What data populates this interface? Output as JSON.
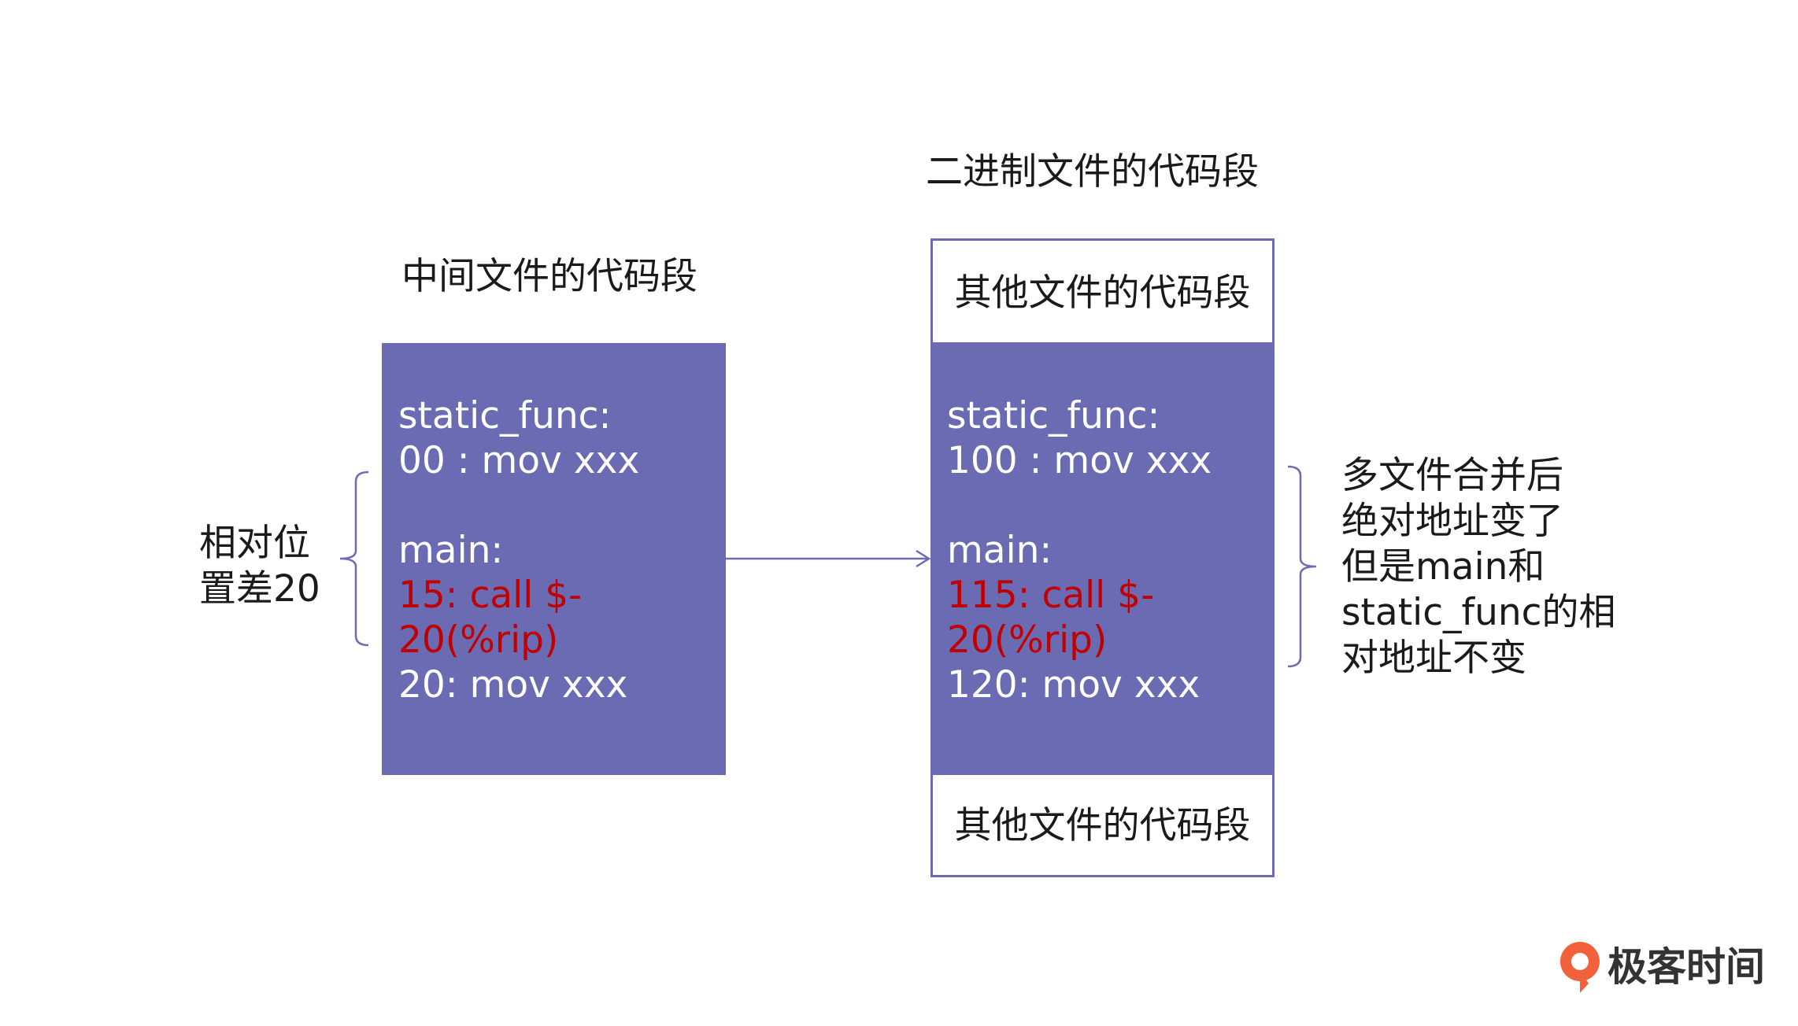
{
  "titles": {
    "binary_code_segment": "二进制文件的代码段",
    "intermediate_code_segment": "中间文件的代码段"
  },
  "left_block": {
    "lines": [
      "static_func:",
      "00 :   mov xxx",
      "",
      "main:",
      "15:    call $-",
      "20(%rip)",
      "20:    mov xxx"
    ],
    "highlight_lines": [
      4,
      5
    ]
  },
  "right_block": {
    "top_label": "其他文件的代码段",
    "bottom_label": "其他文件的代码段",
    "lines": [
      "static_func:",
      "100 :   mov xxx",
      "",
      "main:",
      "115:    call $-",
      "20(%rip)",
      "120:    mov xxx"
    ],
    "highlight_lines": [
      4,
      5
    ]
  },
  "annotations": {
    "left": [
      "相对位",
      "置差20"
    ],
    "right": [
      "多文件合并后",
      "绝对地址变了",
      "但是main和",
      "static_func的相",
      "对地址不变"
    ]
  },
  "logo": {
    "text": "极客时间",
    "icon": "geektime-logo-icon",
    "color": "#f2613a"
  },
  "colors": {
    "block_fill": "#6b6bb4",
    "highlight_text": "#c00000",
    "connector": "#6b6bb4"
  }
}
